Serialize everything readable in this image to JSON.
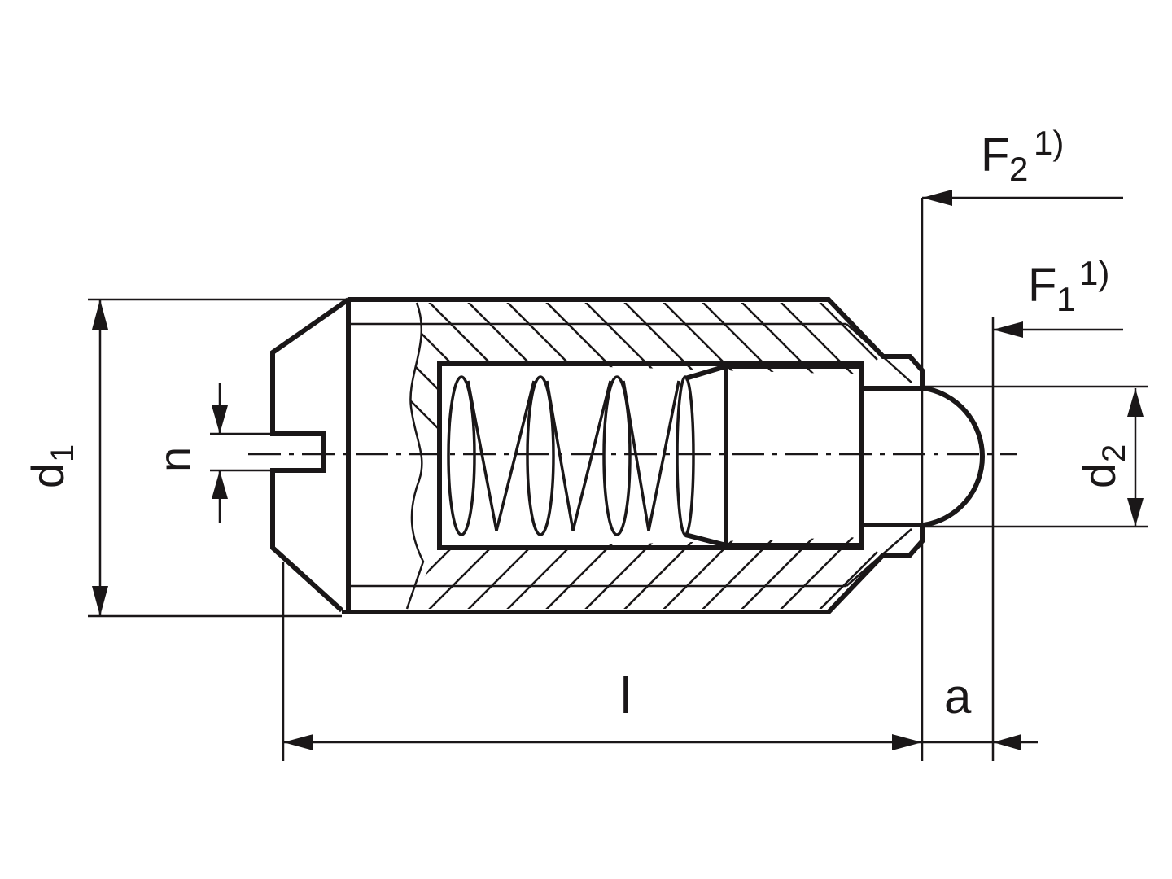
{
  "drawing": {
    "type": "spring plunger technical drawing",
    "line_color": "#1a1718",
    "background": "#ffffff"
  },
  "labels": {
    "d1": {
      "main": "d",
      "sub": "1"
    },
    "n": "n",
    "d2": {
      "main": "d",
      "sub": "2"
    },
    "l": "l",
    "a": "a",
    "F2": {
      "main": "F",
      "sub": "2",
      "sup": "1)"
    },
    "F1": {
      "main": "F",
      "sub": "1",
      "sup": "1)"
    }
  }
}
